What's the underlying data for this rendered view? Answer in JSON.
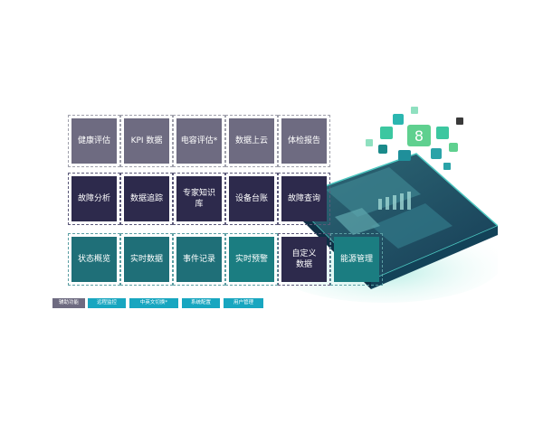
{
  "row1": [
    "健康评估",
    "KPI 数据",
    "电容评估*",
    "数据上云",
    "体检报告"
  ],
  "row2": [
    "故障分析",
    "数据追踪",
    "专家知识\n库",
    "设备台账",
    "故障查询"
  ],
  "row3": [
    "状态概览",
    "实时数据",
    "事件记录",
    "实时预警",
    "自定义\n数据",
    "能源管理"
  ],
  "aux": {
    "label": "辅助功能",
    "buttons": [
      "远程监控",
      "中英文切换*",
      "系统配置",
      "用户管理"
    ]
  },
  "colors": {
    "row1": "#6e6b81",
    "row2": "#2d2a4c",
    "row3": "#1f6f78",
    "accent": "#18a6c0",
    "green": "#5fd08f"
  }
}
